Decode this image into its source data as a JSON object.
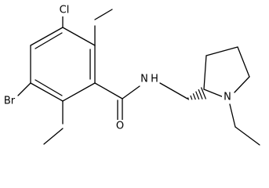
{
  "atoms": {
    "cl": "Cl",
    "br": "Br",
    "n_amide": "N",
    "h_amide": "H",
    "n_ring": "N",
    "o_carbonyl": "O"
  },
  "colors": {
    "bond": "#000000",
    "background": "#ffffff"
  }
}
